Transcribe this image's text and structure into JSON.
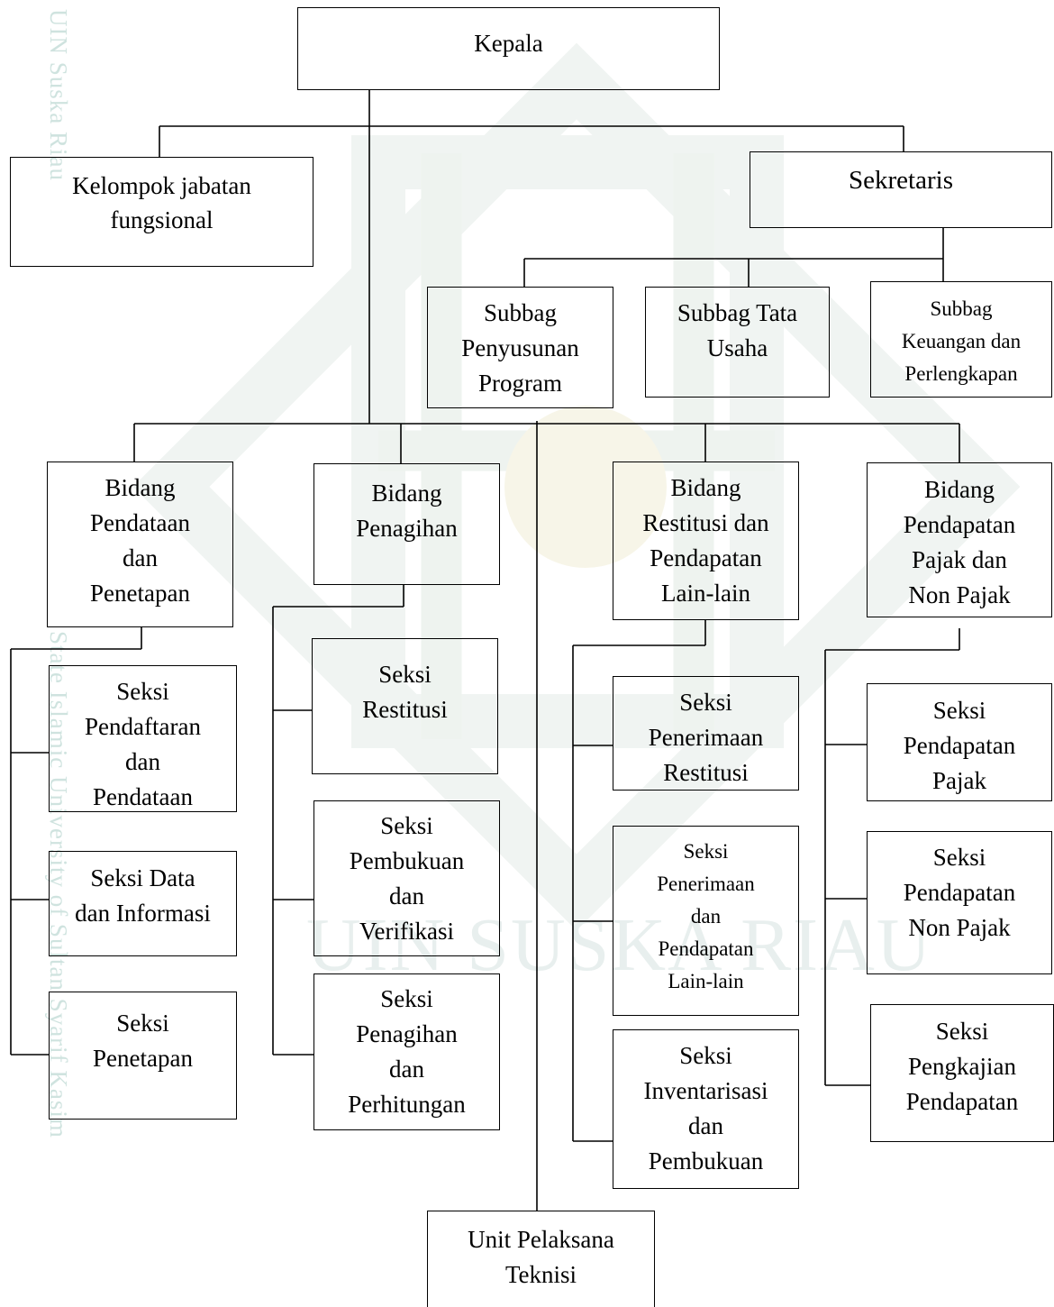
{
  "watermark": {
    "side_text_1": "UIN Suska Riau",
    "side_text_2": "State Islamic University of Sultan Syarif Kasim",
    "center_text": "UIN SUSKA RIAU",
    "logo": "uin-suska-logo"
  },
  "boxes": {
    "kepala": "Kepala",
    "kelompok": "Kelompok jabatan\nfungsional",
    "sekretaris": "Sekretaris",
    "subbag_penyusunan": "Subbag\nPenyusunan\nProgram",
    "subbag_tata_usaha": "Subbag Tata\nUsaha",
    "subbag_keuangan": "Subbag\nKeuangan dan\nPerlengkapan",
    "bidang_pendataan": "Bidang\nPendataan\ndan\nPenetapan",
    "bidang_penagihan": "Bidang\nPenagihan",
    "bidang_restitusi": "Bidang\nRestitusi dan\nPendapatan\nLain-lain",
    "bidang_pendapatan": "Bidang\nPendapatan\nPajak dan\nNon Pajak",
    "seksi_pendaftaran": "Seksi\nPendaftaran\ndan\nPendataan",
    "seksi_data": "Seksi Data\ndan Informasi",
    "seksi_penetapan": "Seksi\nPenetapan",
    "seksi_restitusi": "Seksi\nRestitusi",
    "seksi_pembukuan": "Seksi\nPembukuan\ndan\nVerifikasi",
    "seksi_penagihan": "Seksi\nPenagihan\ndan\nPerhitungan",
    "seksi_penerimaan_restitusi": "Seksi\nPenerimaan\nRestitusi",
    "seksi_penerimaan_pendapatan": "Seksi\nPenerimaan\ndan\nPendapatan\nLain-lain",
    "seksi_inventarisasi": "Seksi\nInventarisasi\ndan\nPembukuan",
    "seksi_pendapatan_pajak": "Seksi\nPendapatan\nPajak",
    "seksi_pendapatan_non_pajak": "Seksi\nPendapatan\nNon Pajak",
    "seksi_pengkajian": "Seksi\nPengkajian\nPendapatan",
    "unit_pelaksana": "Unit Pelaksana\nTeknisi"
  }
}
